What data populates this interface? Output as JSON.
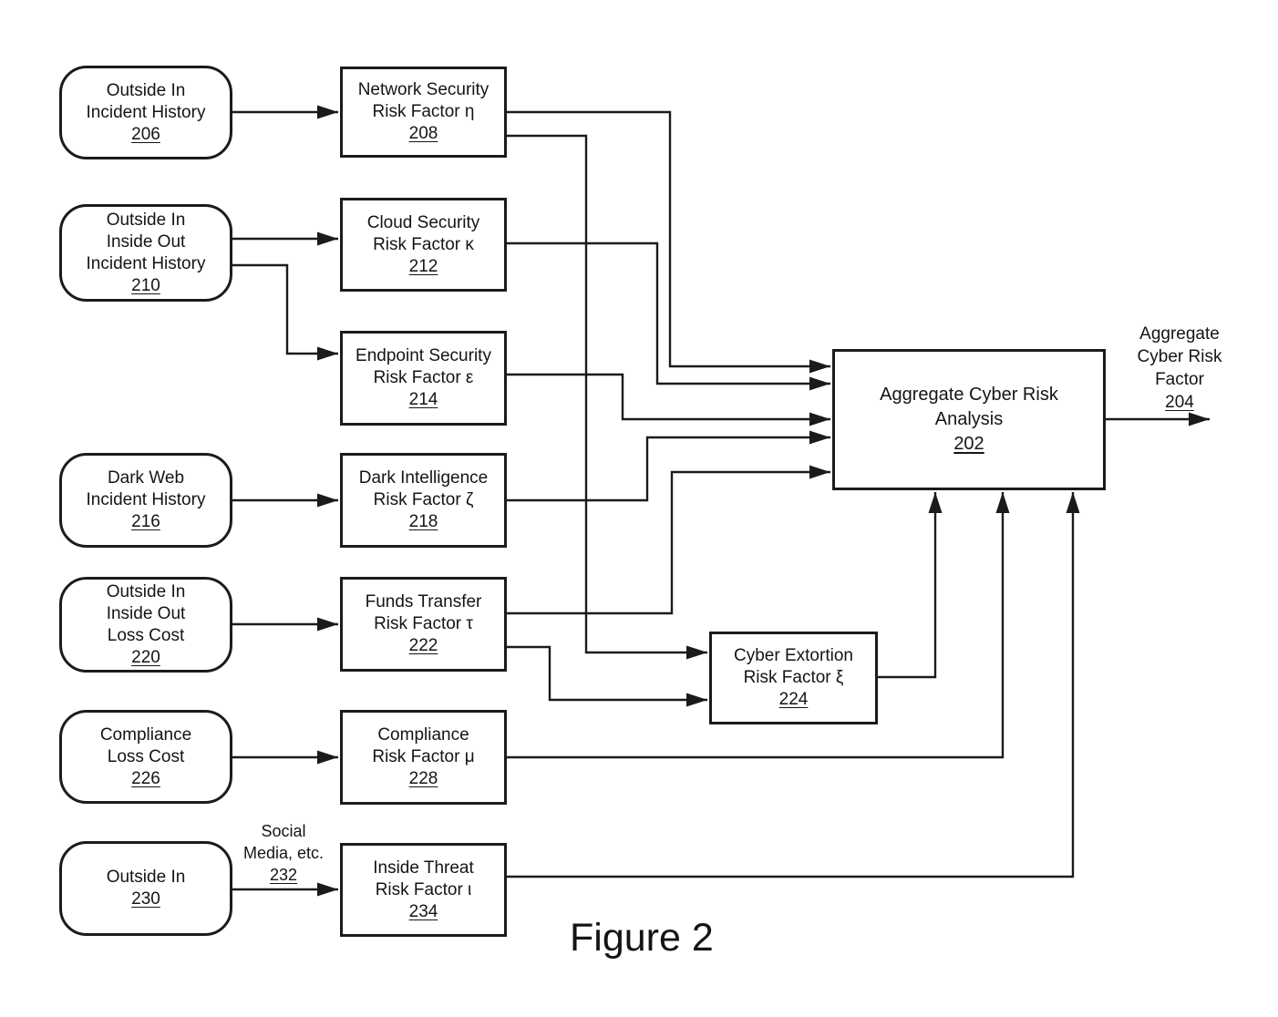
{
  "figure": {
    "caption": "Figure 2"
  },
  "line_color": "#1b1b1b",
  "background_color": "#ffffff",
  "nodes": {
    "n206": {
      "lines": [
        "Outside In",
        "Incident History"
      ],
      "ref": "206"
    },
    "n210": {
      "lines": [
        "Outside In",
        "Inside Out",
        "Incident History"
      ],
      "ref": "210"
    },
    "n216": {
      "lines": [
        "Dark Web",
        "Incident History"
      ],
      "ref": "216"
    },
    "n220": {
      "lines": [
        "Outside In",
        "Inside Out",
        "Loss Cost"
      ],
      "ref": "220"
    },
    "n226": {
      "lines": [
        "Compliance",
        "Loss Cost"
      ],
      "ref": "226"
    },
    "n230": {
      "lines": [
        "Outside In"
      ],
      "ref": "230"
    },
    "n208": {
      "lines": [
        "Network Security",
        "Risk Factor η"
      ],
      "ref": "208"
    },
    "n212": {
      "lines": [
        "Cloud Security",
        "Risk Factor κ"
      ],
      "ref": "212"
    },
    "n214": {
      "lines": [
        "Endpoint Security",
        "Risk Factor ε"
      ],
      "ref": "214"
    },
    "n218": {
      "lines": [
        "Dark Intelligence",
        "Risk Factor ζ"
      ],
      "ref": "218"
    },
    "n222": {
      "lines": [
        "Funds Transfer",
        "Risk Factor τ"
      ],
      "ref": "222"
    },
    "n228": {
      "lines": [
        "Compliance",
        "Risk Factor μ"
      ],
      "ref": "228"
    },
    "n234": {
      "lines": [
        "Inside Threat",
        "Risk Factor ι"
      ],
      "ref": "234"
    },
    "n224": {
      "lines": [
        "Cyber Extortion",
        "Risk Factor ξ"
      ],
      "ref": "224"
    },
    "n202": {
      "lines": [
        "Aggregate Cyber Risk",
        "Analysis"
      ],
      "ref": "202"
    }
  },
  "labels": {
    "social": {
      "lines": [
        "Social",
        "Media, etc."
      ],
      "ref": "232"
    },
    "output": {
      "lines": [
        "Aggregate",
        "Cyber Risk",
        "Factor"
      ],
      "ref": "204"
    }
  }
}
